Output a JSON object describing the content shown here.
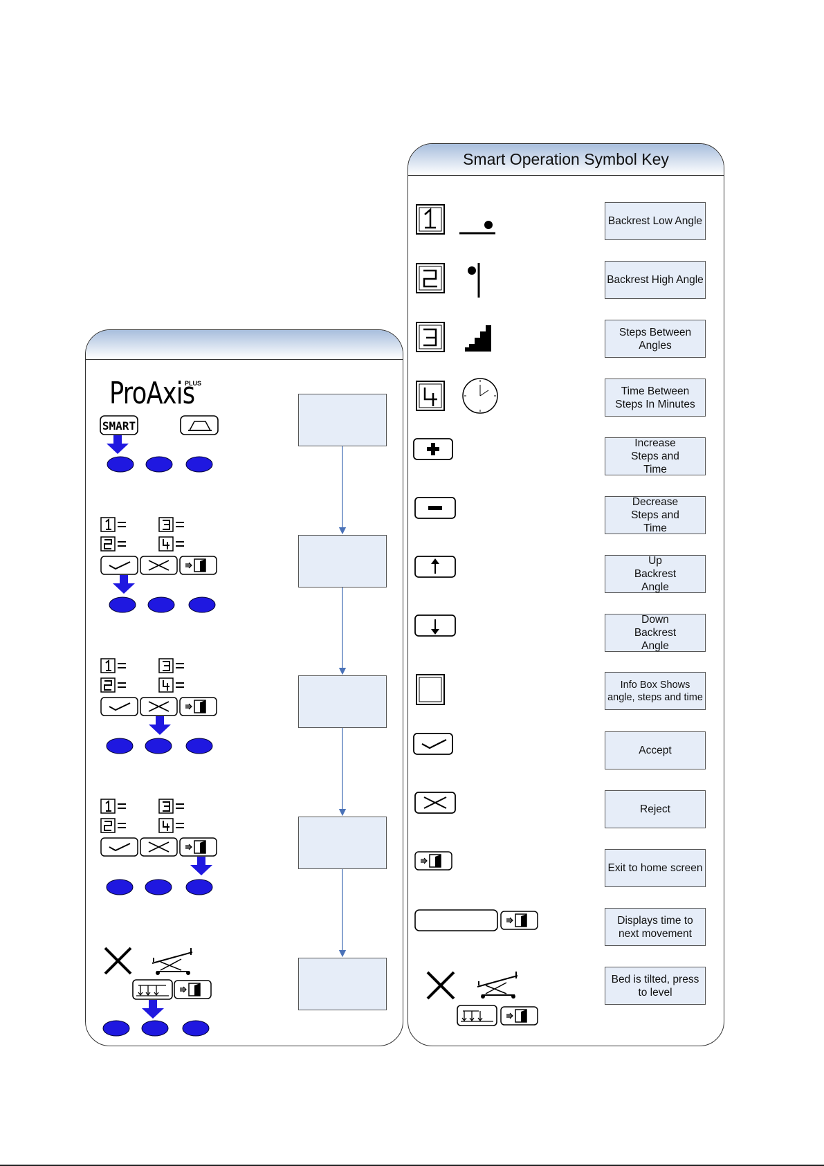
{
  "key_panel": {
    "title": "Smart Operation Symbol Key",
    "items": [
      {
        "icon": "digit-1-backrest-low-icon",
        "label": "Backrest Low Angle"
      },
      {
        "icon": "digit-2-backrest-high-icon",
        "label": "Backrest High Angle"
      },
      {
        "icon": "digit-3-steps-icon",
        "label": "Steps Between Angles"
      },
      {
        "icon": "digit-4-clock-icon",
        "label": "Time Between Steps In Minutes"
      },
      {
        "icon": "plus-button-icon",
        "label": "Increase Steps and Time"
      },
      {
        "icon": "minus-button-icon",
        "label": "Decrease Steps and Time"
      },
      {
        "icon": "up-arrow-button-icon",
        "label": "Up Backrest Angle"
      },
      {
        "icon": "down-arrow-button-icon",
        "label": "Down Backrest Angle"
      },
      {
        "icon": "info-box-icon",
        "label": "Info Box Shows angle, steps and time"
      },
      {
        "icon": "accept-check-icon",
        "label": "Accept"
      },
      {
        "icon": "reject-cross-icon",
        "label": "Reject"
      },
      {
        "icon": "exit-door-icon",
        "label": "Exit to home screen"
      },
      {
        "icon": "time-display-exit-icon",
        "label": "Displays time to next movement"
      },
      {
        "icon": "bed-tilted-level-icon",
        "label": "Bed is tilted, press to level"
      }
    ]
  },
  "flow_panel": {
    "title": "",
    "brand": "ProAxis",
    "brand_plus": "PLUS",
    "smart_button": "SMART",
    "eq": "="
  }
}
